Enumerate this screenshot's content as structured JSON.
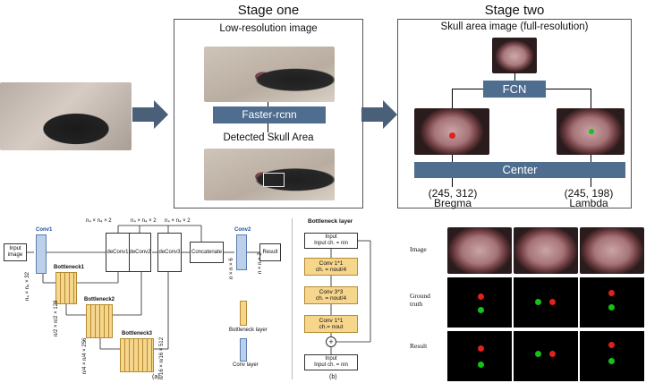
{
  "stage_one": {
    "title": "Stage one",
    "lowres_label": "Low-resolution image",
    "detector_label": "Faster-rcnn",
    "detected_label": "Detected Skull Area"
  },
  "stage_two": {
    "title": "Stage two",
    "skull_label": "Skull area image (full-resolution)",
    "fcn_label": "FCN",
    "center_label": "Center",
    "bregma_coords": "(245, 312)",
    "bregma_label": "Bregma",
    "lambda_coords": "(245, 198)",
    "lambda_label": "Lambda"
  },
  "network": {
    "input_label": "Input image",
    "conv1": "Conv1",
    "bottleneck1": "Bottleneck1",
    "bottleneck2": "Bottleneck2",
    "bottleneck3": "Bottleneck3",
    "deconv1": "deConv1",
    "deconv2": "deConv2",
    "deconv3": "deConv3",
    "concatenate": "Concatenate",
    "conv2": "Conv2",
    "result": "Result",
    "dim_top1": "n₄ × n₄ × 2",
    "dim_top2": "n₄ × n₄ × 2",
    "dim_top3": "n₄ × n₄ × 2",
    "dim_side1": "n₄ × n₄ × 32",
    "dim_side2": "n/2 × n/2 × 128",
    "dim_side3": "n/4 × n/4 × 256",
    "dim_side4": "n/16 × n/16 × 512",
    "dim_side5": "n × n × 6",
    "dim_side6": "n × n × 2",
    "legend_bottleneck": "Bottleneck layer",
    "legend_conv": "Conv layer",
    "caption_a": "(a)"
  },
  "bottleneck_detail": {
    "title": "Bottleneck layer",
    "input_top": "Input\nInput ch. = nin",
    "conv1": "Conv 1*1\nch. = nout/4",
    "conv2": "Conv 3*3\nch. = nout/4",
    "conv3": "Conv 1*1\nch.= nout",
    "plus": "+",
    "input_bottom": "Input\nInput ch. = nin",
    "caption_b": "(b)"
  },
  "results_grid": {
    "row_image": "Image",
    "row_ground_truth": "Ground\ntruth",
    "row_result": "Result"
  },
  "colors": {
    "blue_bar": "#4f6d8f",
    "red_dot": "#e0211c",
    "green_dot": "#14c21a",
    "orange_block": "#f6d58d",
    "blue_block": "#bcd0ea"
  }
}
